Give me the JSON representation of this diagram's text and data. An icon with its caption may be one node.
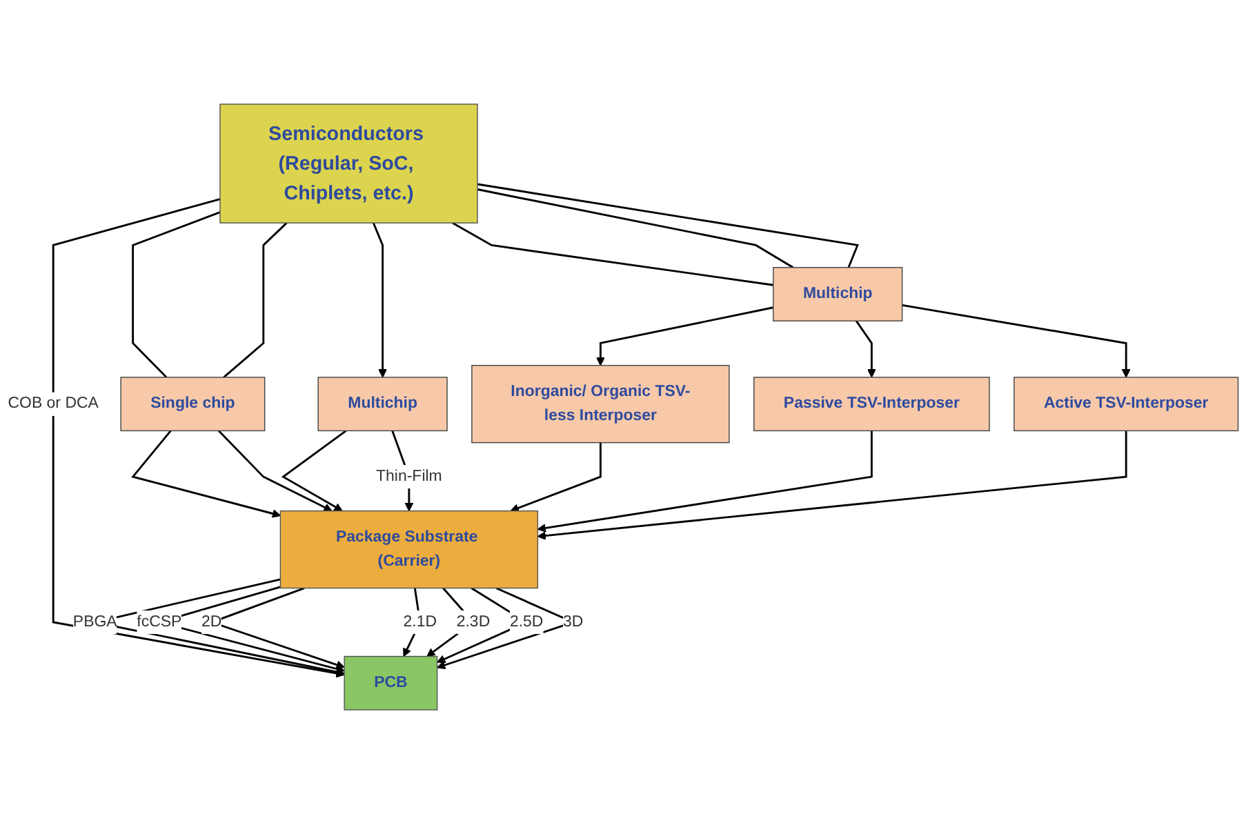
{
  "diagram": {
    "nodes": [
      {
        "text": [
          "Semiconductors (Regular, SoC, Chiplets, etc.)"
        ]
      },
      {
        "text": [
          "Multichip"
        ]
      },
      {
        "text": [
          "Single chip"
        ]
      },
      {
        "text": [
          "Multichip"
        ]
      },
      {
        "text": [
          "Inorganic/ Organic TSV-less Interposer"
        ]
      },
      {
        "text": [
          "Passive TSV-Interposer"
        ]
      },
      {
        "text": [
          "Active TSV-Interposer"
        ]
      },
      {
        "text": [
          "Package Substrate (Carrier)"
        ]
      },
      {
        "text": [
          "PCB"
        ]
      }
    ],
    "edges": [
      {
        "from": 0,
        "to": 8,
        "arrow": "to",
        "label": "COB or DCA"
      },
      {
        "from": 0,
        "to": 2,
        "arrow": "none"
      },
      {
        "from": 0,
        "to": 2,
        "arrow": "none"
      },
      {
        "from": 0,
        "to": 3,
        "arrow": "to"
      },
      {
        "from": 0,
        "to": 1,
        "arrow": "none"
      },
      {
        "from": 0,
        "to": 1,
        "arrow": "none"
      },
      {
        "from": 0,
        "to": 1,
        "arrow": "none"
      },
      {
        "from": 1,
        "to": 4,
        "arrow": "to"
      },
      {
        "from": 1,
        "to": 5,
        "arrow": "to"
      },
      {
        "from": 1,
        "to": 6,
        "arrow": "to"
      },
      {
        "from": 2,
        "to": 7,
        "arrow": "to"
      },
      {
        "from": 2,
        "to": 7,
        "arrow": "to"
      },
      {
        "from": 3,
        "to": 7,
        "arrow": "to"
      },
      {
        "from": 3,
        "to": 7,
        "arrow": "to",
        "label": "Thin-Film"
      },
      {
        "from": 4,
        "to": 7,
        "arrow": "to"
      },
      {
        "from": 5,
        "to": 7,
        "arrow": "to"
      },
      {
        "from": 6,
        "to": 7,
        "arrow": "to"
      },
      {
        "from": 7,
        "to": 8,
        "arrow": "to",
        "label": "PBGA"
      },
      {
        "from": 7,
        "to": 8,
        "arrow": "to",
        "label": "fcCSP"
      },
      {
        "from": 7,
        "to": 8,
        "arrow": "to",
        "label": "2D"
      },
      {
        "from": 7,
        "to": 8,
        "arrow": "to",
        "label": "2.1D"
      },
      {
        "from": 7,
        "to": 8,
        "arrow": "to",
        "label": "2.3D"
      },
      {
        "from": 7,
        "to": 8,
        "arrow": "to",
        "label": "2.5D"
      },
      {
        "from": 7,
        "to": 8,
        "arrow": "to",
        "label": "3D"
      }
    ]
  }
}
